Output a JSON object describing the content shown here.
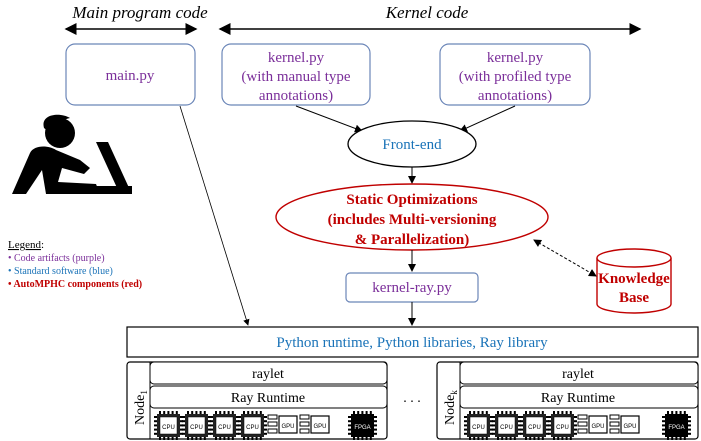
{
  "headers": {
    "main_program": "Main program code",
    "kernel": "Kernel code"
  },
  "boxes": {
    "main_py": "main.py",
    "kernel_manual": [
      "kernel.py",
      "(with manual type",
      "annotations)"
    ],
    "kernel_profiled": [
      "kernel.py",
      "(with profiled type",
      "annotations)"
    ],
    "frontend": "Front-end",
    "static_opt": [
      "Static Optimizations",
      "(includes Multi-versioning",
      "& Parallelization)"
    ],
    "knowledge_base": [
      "Knowledge",
      "Base"
    ],
    "kernel_ray": "kernel-ray.py",
    "python_runtime": "Python runtime, Python libraries, Ray library"
  },
  "legend": {
    "title": "Legend",
    "title_suffix": ":",
    "items": [
      {
        "text": "• Code artifacts (purple)",
        "color": "#7b2f9a"
      },
      {
        "text": "• Standard software (blue)",
        "color": "#1a73b8"
      },
      {
        "text": "• AutoMPHC components (red)",
        "color": "#c00000"
      }
    ]
  },
  "nodes": {
    "node1_label": "Node",
    "node1_sub": "1",
    "nodek_label": "Node",
    "nodek_sub": "k",
    "raylet": "raylet",
    "ray_runtime": "Ray Runtime",
    "ellipsis": ". . .",
    "cpu": "CPU",
    "gpu": "GPU",
    "fpga": "FPGA"
  },
  "colors": {
    "code": "#7b2f9a",
    "software": "#1a73b8",
    "automphc": "#c00000",
    "box_border": "#6b86b8"
  }
}
